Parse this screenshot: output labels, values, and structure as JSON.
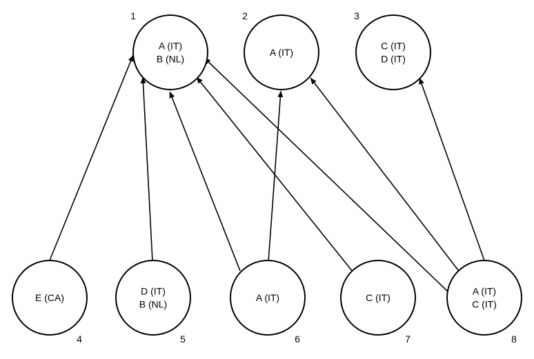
{
  "nodes": [
    {
      "id": "1",
      "number": "1",
      "lines": [
        "A (IT)",
        "B (NL)"
      ]
    },
    {
      "id": "2",
      "number": "2",
      "lines": [
        "A (IT)"
      ]
    },
    {
      "id": "3",
      "number": "3",
      "lines": [
        "C (IT)",
        "D (IT)"
      ]
    },
    {
      "id": "4",
      "number": "4",
      "lines": [
        "E (CA)"
      ]
    },
    {
      "id": "5",
      "number": "5",
      "lines": [
        "D (IT)",
        "B (NL)"
      ]
    },
    {
      "id": "6",
      "number": "6",
      "lines": [
        "A (IT)"
      ]
    },
    {
      "id": "7",
      "number": "7",
      "lines": [
        "C (IT)"
      ]
    },
    {
      "id": "8",
      "number": "8",
      "lines": [
        "A (IT)",
        "C (IT)"
      ]
    }
  ],
  "edges": [
    {
      "from": "4",
      "to": "1"
    },
    {
      "from": "5",
      "to": "1"
    },
    {
      "from": "6",
      "to": "1"
    },
    {
      "from": "7",
      "to": "1"
    },
    {
      "from": "8",
      "to": "1"
    },
    {
      "from": "6",
      "to": "2"
    },
    {
      "from": "8",
      "to": "2"
    },
    {
      "from": "8",
      "to": "3"
    }
  ]
}
